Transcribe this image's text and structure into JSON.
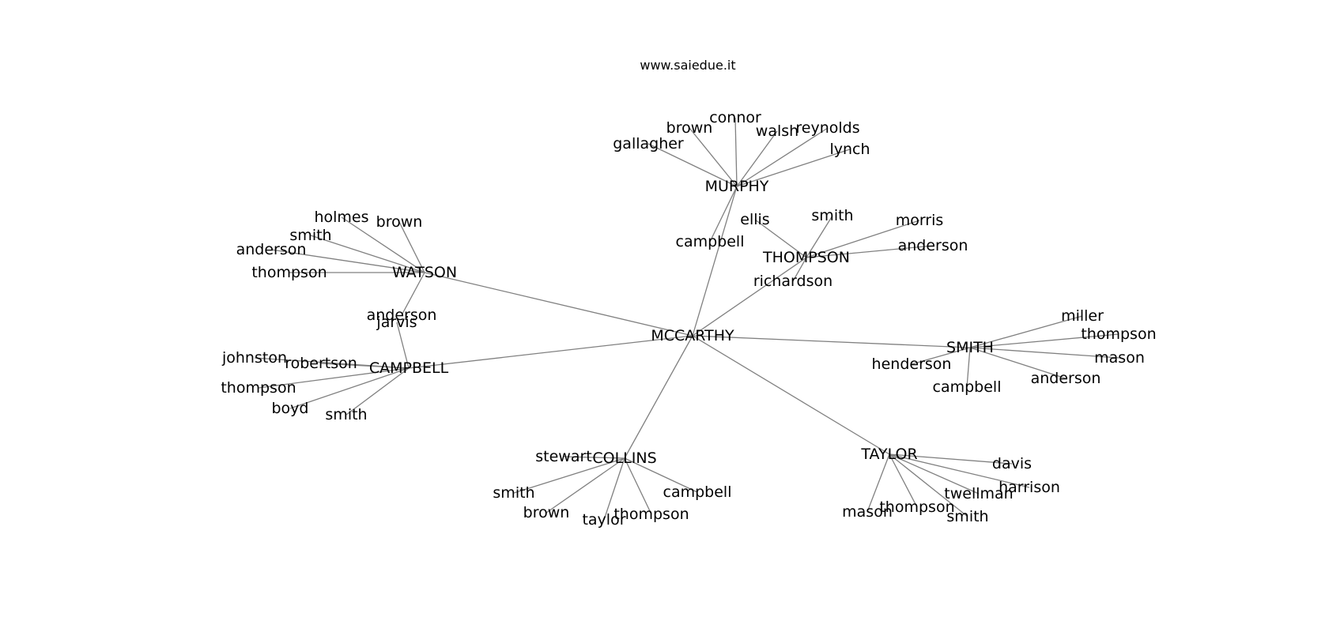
{
  "site_label": "www.saiedue.it",
  "graph": {
    "root": "MCCARTHY",
    "clusters": [
      {
        "name": "MURPHY",
        "children": [
          "gallagher",
          "brown",
          "connor",
          "walsh",
          "reynolds",
          "lynch",
          "campbell"
        ]
      },
      {
        "name": "THOMPSON",
        "children": [
          "ellis",
          "smith",
          "morris",
          "anderson",
          "richardson"
        ]
      },
      {
        "name": "WATSON",
        "children": [
          "holmes",
          "brown",
          "smith",
          "anderson",
          "thompson",
          "anderson"
        ]
      },
      {
        "name": "CAMPBELL",
        "children": [
          "jarvis",
          "johnston",
          "robertson",
          "thompson",
          "boyd",
          "smith"
        ]
      },
      {
        "name": "SMITH",
        "children": [
          "miller",
          "thompson",
          "mason",
          "anderson",
          "campbell",
          "henderson"
        ]
      },
      {
        "name": "COLLINS",
        "children": [
          "stewart",
          "smith",
          "brown",
          "taylor",
          "thompson",
          "campbell"
        ]
      },
      {
        "name": "TAYLOR",
        "children": [
          "davis",
          "harrison",
          "twellman",
          "smith",
          "thompson",
          "mason"
        ]
      }
    ]
  }
}
